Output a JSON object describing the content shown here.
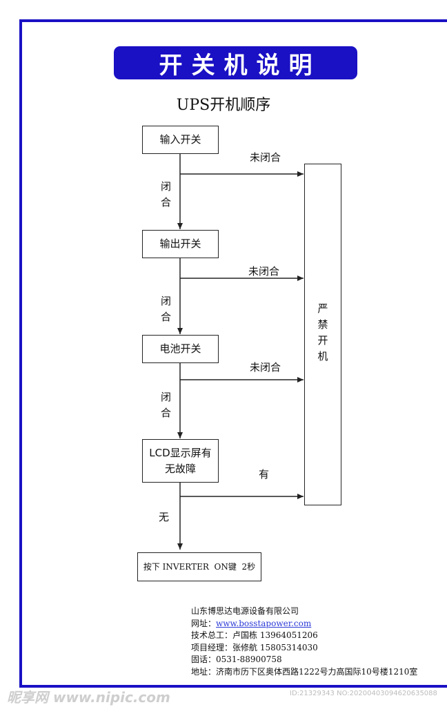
{
  "colors": {
    "primary_blue": "#1a10c4",
    "text": "#111111",
    "link_blue": "#2a39d6"
  },
  "title": "开关机说明",
  "subtitle": "UPS开机顺序",
  "steps": [
    {
      "label": "输入开关"
    },
    {
      "label": "输出开关"
    },
    {
      "label": "电池开关"
    },
    {
      "label": "LCD显示屏有\n无故障"
    },
    {
      "label": "按下 INVERTER  ON键  2秒"
    }
  ],
  "prohibit_label": "严禁开机",
  "branch_labels": {
    "not_closed": "未闭合",
    "has": "有"
  },
  "down_labels": {
    "closed": "闭合",
    "none": "无"
  },
  "footer": {
    "company": "山东博思达电源设备有限公司",
    "website_label": "网址：",
    "website": "www.bosstapower.com",
    "engineer": "技术总工：卢国栋  13964051206",
    "manager": "项目经理：张修航  15805314030",
    "phone": "固话：0531-88900758",
    "address": "地址：济南市历下区奥体西路1222号力高国际10号楼1210室"
  },
  "watermark": {
    "site": "昵享网 www.nipic.com",
    "id": "ID:21329343 NO:20200403094620635088"
  }
}
